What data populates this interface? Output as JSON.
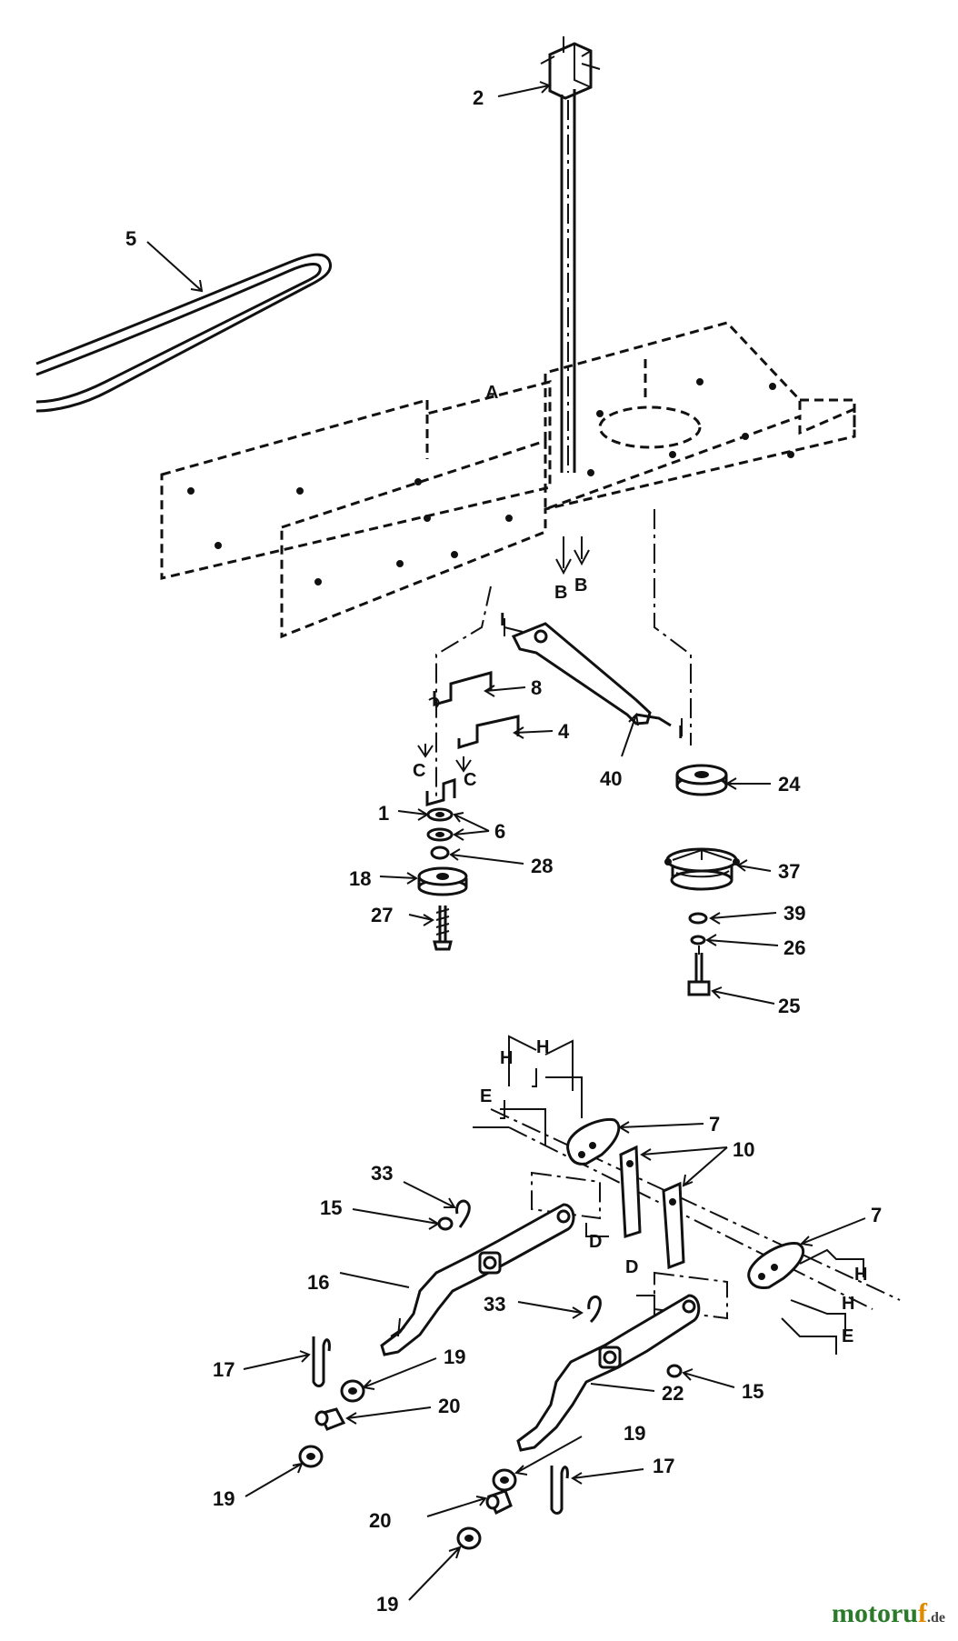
{
  "diagram": {
    "callouts": [
      {
        "id": "c2",
        "text": "2"
      },
      {
        "id": "c5",
        "text": "5"
      },
      {
        "id": "c8",
        "text": "8"
      },
      {
        "id": "c4",
        "text": "4"
      },
      {
        "id": "c40",
        "text": "40"
      },
      {
        "id": "c24",
        "text": "24"
      },
      {
        "id": "c1",
        "text": "1"
      },
      {
        "id": "c6",
        "text": "6"
      },
      {
        "id": "c28",
        "text": "28"
      },
      {
        "id": "c18",
        "text": "18"
      },
      {
        "id": "c37",
        "text": "37"
      },
      {
        "id": "c27",
        "text": "27"
      },
      {
        "id": "c39",
        "text": "39"
      },
      {
        "id": "c26",
        "text": "26"
      },
      {
        "id": "c25",
        "text": "25"
      },
      {
        "id": "c7a",
        "text": "7"
      },
      {
        "id": "c10",
        "text": "10"
      },
      {
        "id": "c33a",
        "text": "33"
      },
      {
        "id": "c15a",
        "text": "15"
      },
      {
        "id": "c7b",
        "text": "7"
      },
      {
        "id": "c16",
        "text": "16"
      },
      {
        "id": "c33b",
        "text": "33"
      },
      {
        "id": "c17a",
        "text": "17"
      },
      {
        "id": "c19a",
        "text": "19"
      },
      {
        "id": "c15b",
        "text": "15"
      },
      {
        "id": "c22",
        "text": "22"
      },
      {
        "id": "c20a",
        "text": "20"
      },
      {
        "id": "c19b",
        "text": "19"
      },
      {
        "id": "c19c",
        "text": "19"
      },
      {
        "id": "c17b",
        "text": "17"
      },
      {
        "id": "c20b",
        "text": "20"
      },
      {
        "id": "c19d",
        "text": "19"
      }
    ],
    "letters": [
      {
        "id": "A",
        "text": "A"
      },
      {
        "id": "B1",
        "text": "B"
      },
      {
        "id": "B2",
        "text": "B"
      },
      {
        "id": "C1",
        "text": "C"
      },
      {
        "id": "C2",
        "text": "C"
      },
      {
        "id": "H1",
        "text": "H"
      },
      {
        "id": "H2",
        "text": "H"
      },
      {
        "id": "E1",
        "text": "E"
      },
      {
        "id": "D1",
        "text": "D"
      },
      {
        "id": "D2",
        "text": "D"
      },
      {
        "id": "H3",
        "text": "H"
      },
      {
        "id": "H4",
        "text": "H"
      },
      {
        "id": "E2",
        "text": "E"
      },
      {
        "id": "I1",
        "text": "I"
      },
      {
        "id": "I2",
        "text": "I"
      }
    ],
    "watermark": {
      "brand": "motoru",
      "brand_f": "f",
      "suffix": ".de"
    }
  }
}
